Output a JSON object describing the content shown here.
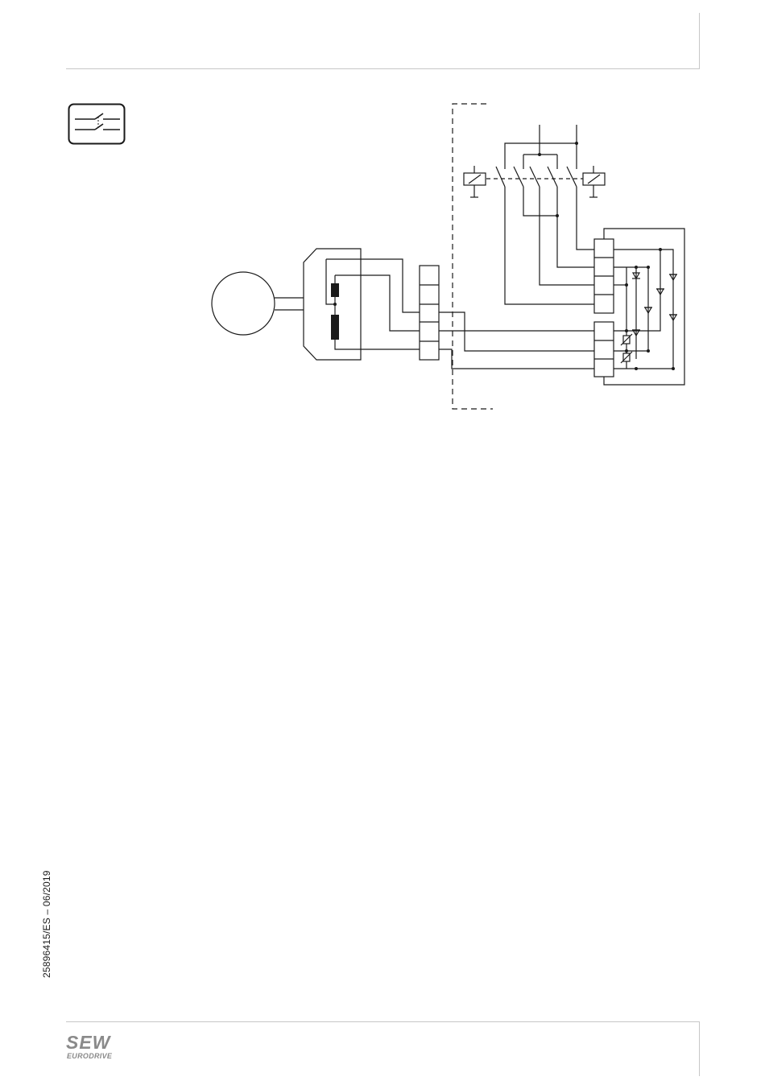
{
  "footer": {
    "doc_id": "25896415/ES – 06/2019",
    "logo": {
      "brand": "SEW",
      "sub": "EURODRIVE"
    }
  },
  "icons": {
    "section_icon": "switch-contact-icon"
  },
  "colors": {
    "ink": "#1a1a1a",
    "rule": "#c6c6c6",
    "logo_gray": "#8a8a8a"
  }
}
